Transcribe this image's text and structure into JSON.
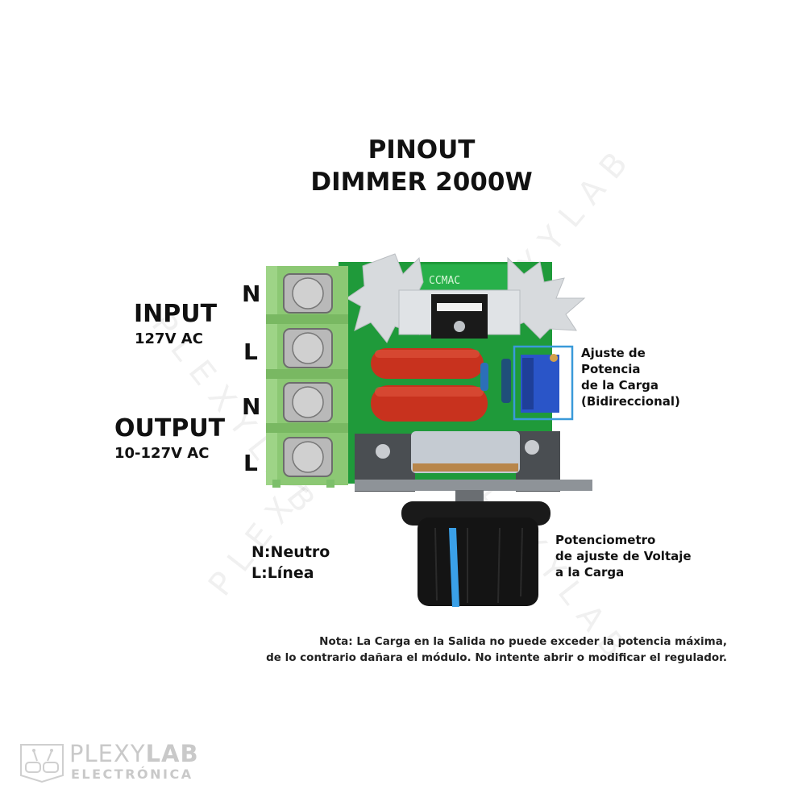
{
  "title": {
    "line1": "PINOUT",
    "line2": "DIMMER 2000W"
  },
  "input": {
    "label": "INPUT",
    "voltage": "127V AC"
  },
  "output": {
    "label": "OUTPUT",
    "voltage": "10-127V AC"
  },
  "pins": [
    {
      "letter": "N"
    },
    {
      "letter": "L"
    },
    {
      "letter": "N"
    },
    {
      "letter": "L"
    }
  ],
  "callouts": {
    "trimmer": [
      "Ajuste de",
      "Potencia",
      "de la Carga",
      "(Bidireccional)"
    ],
    "potentiometer": [
      "Potenciometro",
      "de ajuste de Voltaje",
      "a la Carga"
    ]
  },
  "legend": {
    "neutral": "N:Neutro",
    "line": "L:Línea"
  },
  "note": {
    "line1": "Nota: La Carga en la Salida no puede exceder la potencia máxima,",
    "line2": "de lo contrario dañara el módulo. No intente abrir o modificar el regulador."
  },
  "board": {
    "pcb_marking": "CCMAC"
  },
  "watermark": "PLEXYLAB",
  "brand": {
    "name_light": "PLEXY",
    "name_bold": "LAB",
    "subtitle": "ELECTRÓNICA"
  },
  "colors": {
    "pcb_green": "#1f9a3a",
    "terminal_green": "#7cbf6a",
    "capacitor_red": "#c8321e",
    "trimmer_blue": "#2a55c8",
    "callout_box": "#3a9ad9",
    "knob_stripe": "#3aa0e8",
    "knob_black": "#141414"
  }
}
